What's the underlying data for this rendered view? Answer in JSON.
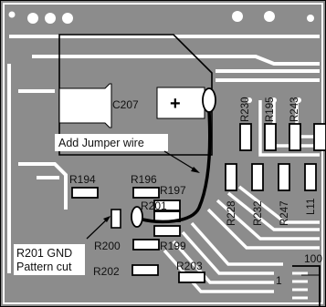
{
  "colors": {
    "board": "#8c8c8c",
    "trace": "#ffffff",
    "pad": "#ffffff",
    "outline": "#000000",
    "text": "#111111"
  },
  "components": {
    "capacitor": "C207",
    "plus_sign": "+",
    "resistors_vertical": [
      "R230",
      "R195",
      "R243",
      "R228",
      "R232",
      "R247",
      "L11"
    ],
    "resistors_horizontal": [
      "R194",
      "R196",
      "R197",
      "R201",
      "R200",
      "R199",
      "R202",
      "R203"
    ],
    "ic_partial_label": "100",
    "pin_label": "1"
  },
  "callouts": {
    "jumper": "Add Jumper wire",
    "pattern_cut_line1": "R201 GND",
    "pattern_cut_line2": "Pattern cut"
  }
}
